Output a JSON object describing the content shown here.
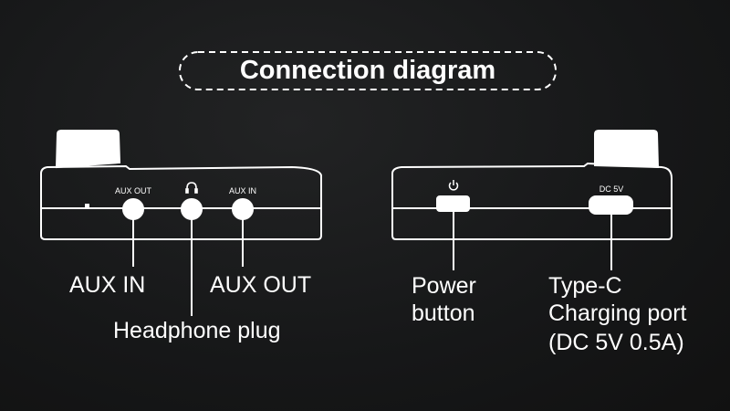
{
  "title": "Connection diagram",
  "left_device": {
    "port_labels": [
      "AUX OUT",
      "AUX IN"
    ],
    "headphone_icon": "headphone-icon",
    "callouts": {
      "aux_in": "AUX IN",
      "aux_out": "AUX OUT",
      "headphone": "Headphone plug"
    }
  },
  "right_device": {
    "power_icon": "power-icon",
    "port_label": "DC 5V",
    "callouts": {
      "power": [
        "Power",
        "button"
      ],
      "typec": [
        "Type-C",
        "Charging port",
        "(DC 5V 0.5A)"
      ]
    }
  },
  "colors": {
    "line": "#ffffff",
    "background": "#151617"
  }
}
